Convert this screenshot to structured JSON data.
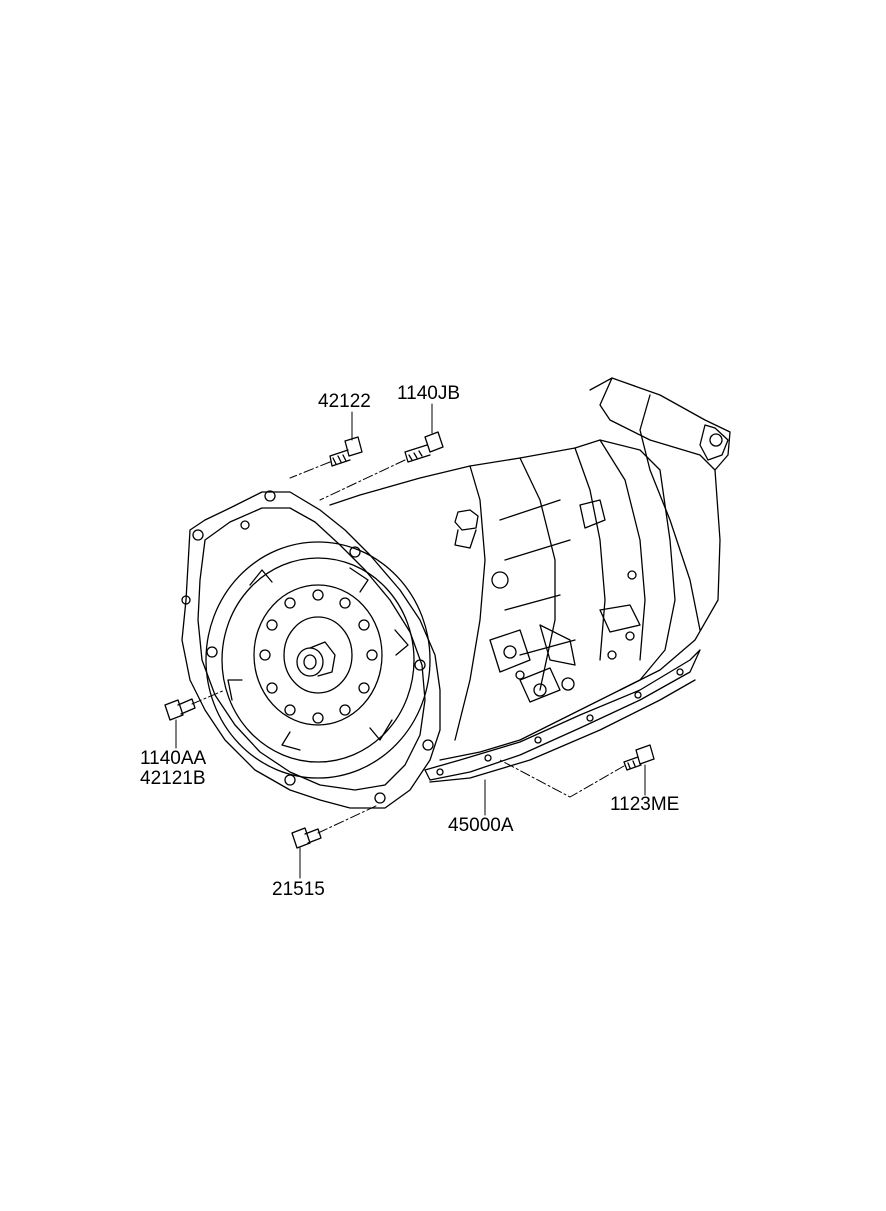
{
  "diagram": {
    "parts": {
      "bolt_top_left": "42122",
      "bolt_top_right": "1140JB",
      "bolt_left_a": "1140AA",
      "bolt_left_b": "42121B",
      "assembly": "45000A",
      "bolt_right": "1123ME",
      "bolt_bottom": "21515"
    }
  }
}
